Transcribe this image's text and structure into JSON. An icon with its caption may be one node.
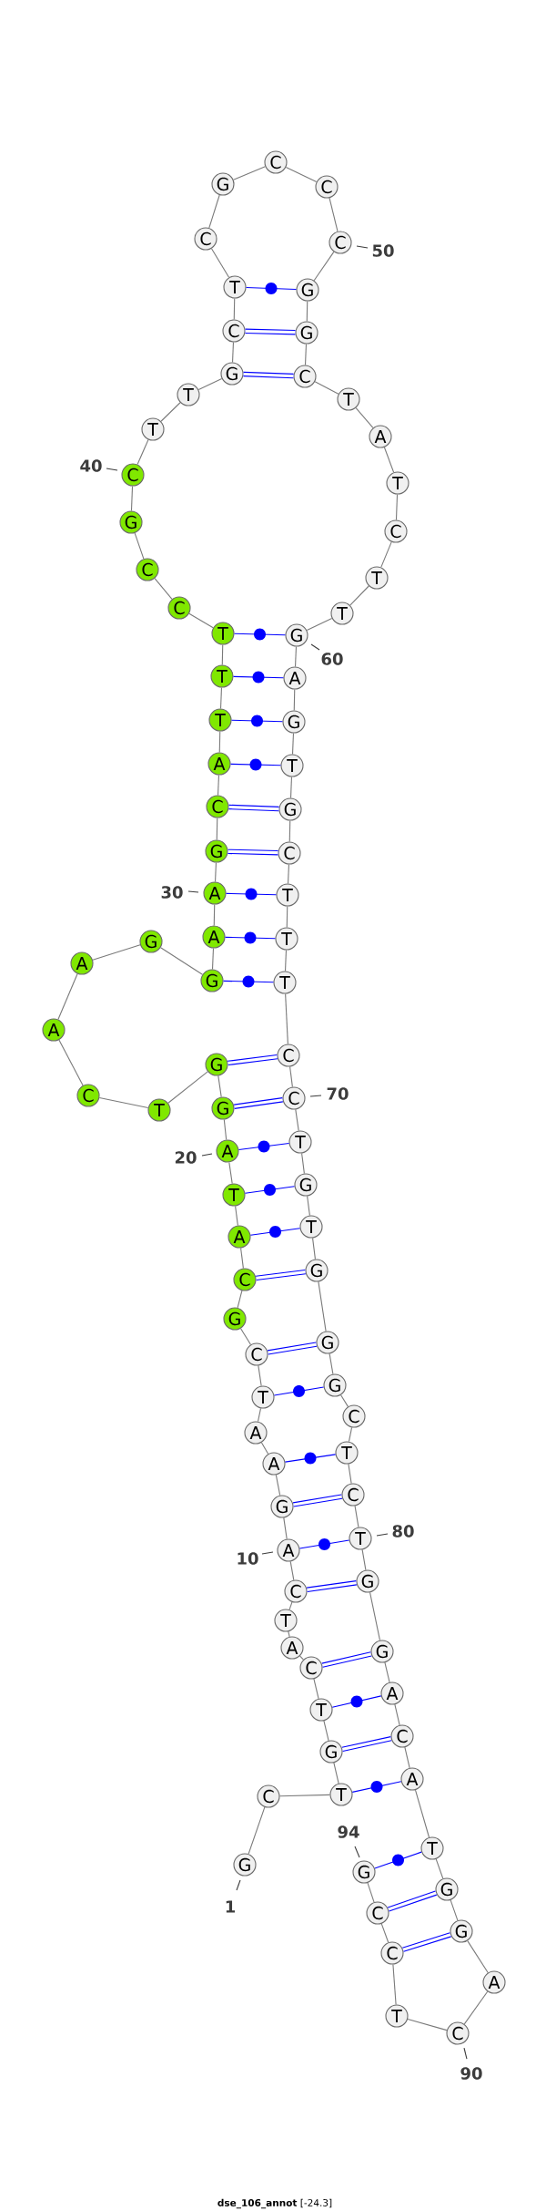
{
  "diagram": {
    "caption": "**dse_106_annot** [-24.3]",
    "nodes": [
      {
        "text": [
          "G"
        ],
        "beside": [
          "1"
        ]
      },
      {
        "text": [
          "C"
        ]
      },
      {
        "text": [
          "T"
        ]
      },
      {
        "text": [
          "G"
        ]
      },
      {
        "text": [
          "T"
        ]
      },
      {
        "text": [
          "C"
        ]
      },
      {
        "text": [
          "A"
        ]
      },
      {
        "text": [
          "T"
        ]
      },
      {
        "text": [
          "C"
        ]
      },
      {
        "text": [
          "A"
        ],
        "beside": [
          "10"
        ]
      },
      {
        "text": [
          "G"
        ]
      },
      {
        "text": [
          "A"
        ]
      },
      {
        "text": [
          "A"
        ]
      },
      {
        "text": [
          "T"
        ]
      },
      {
        "text": [
          "C"
        ]
      },
      {
        "text": [
          "G"
        ]
      },
      {
        "text": [
          "C"
        ]
      },
      {
        "text": [
          "A"
        ]
      },
      {
        "text": [
          "T"
        ]
      },
      {
        "text": [
          "A"
        ],
        "beside": [
          "20"
        ]
      },
      {
        "text": [
          "G"
        ]
      },
      {
        "text": [
          "G"
        ]
      },
      {
        "text": [
          "T"
        ]
      },
      {
        "text": [
          "C"
        ]
      },
      {
        "text": [
          "A"
        ]
      },
      {
        "text": [
          "A"
        ]
      },
      {
        "text": [
          "G"
        ]
      },
      {
        "text": [
          "G"
        ]
      },
      {
        "text": [
          "A"
        ]
      },
      {
        "text": [
          "A"
        ],
        "beside": [
          "30"
        ]
      },
      {
        "text": [
          "G"
        ]
      },
      {
        "text": [
          "C"
        ]
      },
      {
        "text": [
          "A"
        ]
      },
      {
        "text": [
          "T"
        ]
      },
      {
        "text": [
          "T"
        ]
      },
      {
        "text": [
          "T"
        ]
      },
      {
        "text": [
          "C"
        ]
      },
      {
        "text": [
          "C"
        ]
      },
      {
        "text": [
          "G"
        ]
      },
      {
        "text": [
          "C"
        ],
        "beside": [
          "40"
        ]
      },
      {
        "text": [
          "T"
        ]
      },
      {
        "text": [
          "T"
        ]
      },
      {
        "text": [
          "G"
        ]
      },
      {
        "text": [
          "C"
        ]
      },
      {
        "text": [
          "T"
        ]
      },
      {
        "text": [
          "C"
        ]
      },
      {
        "text": [
          "G"
        ]
      },
      {
        "text": [
          "C"
        ]
      },
      {
        "text": [
          "C"
        ]
      },
      {
        "text": [
          "C"
        ],
        "beside": [
          "50"
        ]
      },
      {
        "text": [
          "G"
        ]
      },
      {
        "text": [
          "G"
        ]
      },
      {
        "text": [
          "C"
        ]
      },
      {
        "text": [
          "T"
        ]
      },
      {
        "text": [
          "A"
        ]
      },
      {
        "text": [
          "T"
        ]
      },
      {
        "text": [
          "C"
        ]
      },
      {
        "text": [
          "T"
        ]
      },
      {
        "text": [
          "T"
        ]
      },
      {
        "text": [
          "G"
        ],
        "beside": [
          "60"
        ]
      },
      {
        "text": [
          "A"
        ]
      },
      {
        "text": [
          "G"
        ]
      },
      {
        "text": [
          "T"
        ]
      },
      {
        "text": [
          "G"
        ]
      },
      {
        "text": [
          "C"
        ]
      },
      {
        "text": [
          "T"
        ]
      },
      {
        "text": [
          "T"
        ]
      },
      {
        "text": [
          "T"
        ]
      },
      {
        "text": [
          "C"
        ]
      },
      {
        "text": [
          "C"
        ],
        "beside": [
          "70"
        ]
      },
      {
        "text": [
          "T"
        ]
      },
      {
        "text": [
          "G"
        ]
      },
      {
        "text": [
          "T"
        ]
      },
      {
        "text": [
          "G"
        ]
      },
      {
        "text": [
          "G"
        ]
      },
      {
        "text": [
          "G"
        ]
      },
      {
        "text": [
          "C"
        ]
      },
      {
        "text": [
          "T"
        ]
      },
      {
        "text": [
          "C"
        ]
      },
      {
        "text": [
          "T"
        ],
        "beside": [
          "80"
        ]
      },
      {
        "text": [
          "G"
        ]
      },
      {
        "text": [
          "G"
        ]
      },
      {
        "text": [
          "A"
        ]
      },
      {
        "text": [
          "C"
        ]
      },
      {
        "text": [
          "A"
        ]
      },
      {
        "text": [
          "T"
        ]
      },
      {
        "text": [
          "G"
        ]
      },
      {
        "text": [
          "G"
        ]
      },
      {
        "text": [
          "A"
        ]
      },
      {
        "text": [
          "C"
        ],
        "beside": [
          "90"
        ]
      },
      {
        "text": [
          "T"
        ]
      },
      {
        "text": [
          "C"
        ]
      },
      {
        "text": [
          "C"
        ]
      },
      {
        "text": [
          "G"
        ],
        "beside": [
          "94"
        ]
      }
    ],
    "edges": [
      {
        "from": 0,
        "to": 1,
        "arrow": "none"
      },
      {
        "from": 1,
        "to": 2,
        "arrow": "none"
      },
      {
        "from": 2,
        "to": 3,
        "arrow": "none"
      },
      {
        "from": 3,
        "to": 4,
        "arrow": "none"
      },
      {
        "from": 4,
        "to": 5,
        "arrow": "none"
      },
      {
        "from": 5,
        "to": 6,
        "arrow": "none"
      },
      {
        "from": 6,
        "to": 7,
        "arrow": "none"
      },
      {
        "from": 7,
        "to": 8,
        "arrow": "none"
      },
      {
        "from": 8,
        "to": 9,
        "arrow": "none"
      },
      {
        "from": 9,
        "to": 10,
        "arrow": "none"
      },
      {
        "from": 10,
        "to": 11,
        "arrow": "none"
      },
      {
        "from": 11,
        "to": 12,
        "arrow": "none"
      },
      {
        "from": 12,
        "to": 13,
        "arrow": "none"
      },
      {
        "from": 13,
        "to": 14,
        "arrow": "none"
      },
      {
        "from": 14,
        "to": 15,
        "arrow": "none"
      },
      {
        "from": 15,
        "to": 16,
        "arrow": "none"
      },
      {
        "from": 16,
        "to": 17,
        "arrow": "none"
      },
      {
        "from": 17,
        "to": 18,
        "arrow": "none"
      },
      {
        "from": 18,
        "to": 19,
        "arrow": "none"
      },
      {
        "from": 19,
        "to": 20,
        "arrow": "none"
      },
      {
        "from": 20,
        "to": 21,
        "arrow": "none"
      },
      {
        "from": 21,
        "to": 22,
        "arrow": "none"
      },
      {
        "from": 22,
        "to": 23,
        "arrow": "none"
      },
      {
        "from": 23,
        "to": 24,
        "arrow": "none"
      },
      {
        "from": 24,
        "to": 25,
        "arrow": "none"
      },
      {
        "from": 25,
        "to": 26,
        "arrow": "none"
      },
      {
        "from": 26,
        "to": 27,
        "arrow": "none"
      },
      {
        "from": 27,
        "to": 28,
        "arrow": "none"
      },
      {
        "from": 28,
        "to": 29,
        "arrow": "none"
      },
      {
        "from": 29,
        "to": 30,
        "arrow": "none"
      },
      {
        "from": 30,
        "to": 31,
        "arrow": "none"
      },
      {
        "from": 31,
        "to": 32,
        "arrow": "none"
      },
      {
        "from": 32,
        "to": 33,
        "arrow": "none"
      },
      {
        "from": 33,
        "to": 34,
        "arrow": "none"
      },
      {
        "from": 34,
        "to": 35,
        "arrow": "none"
      },
      {
        "from": 35,
        "to": 36,
        "arrow": "none"
      },
      {
        "from": 36,
        "to": 37,
        "arrow": "none"
      },
      {
        "from": 37,
        "to": 38,
        "arrow": "none"
      },
      {
        "from": 38,
        "to": 39,
        "arrow": "none"
      },
      {
        "from": 39,
        "to": 40,
        "arrow": "none"
      },
      {
        "from": 40,
        "to": 41,
        "arrow": "none"
      },
      {
        "from": 41,
        "to": 42,
        "arrow": "none"
      },
      {
        "from": 42,
        "to": 43,
        "arrow": "none"
      },
      {
        "from": 43,
        "to": 44,
        "arrow": "none"
      },
      {
        "from": 44,
        "to": 45,
        "arrow": "none"
      },
      {
        "from": 45,
        "to": 46,
        "arrow": "none"
      },
      {
        "from": 46,
        "to": 47,
        "arrow": "none"
      },
      {
        "from": 47,
        "to": 48,
        "arrow": "none"
      },
      {
        "from": 48,
        "to": 49,
        "arrow": "none"
      },
      {
        "from": 49,
        "to": 50,
        "arrow": "none"
      },
      {
        "from": 50,
        "to": 51,
        "arrow": "none"
      },
      {
        "from": 51,
        "to": 52,
        "arrow": "none"
      },
      {
        "from": 52,
        "to": 53,
        "arrow": "none"
      },
      {
        "from": 53,
        "to": 54,
        "arrow": "none"
      },
      {
        "from": 54,
        "to": 55,
        "arrow": "none"
      },
      {
        "from": 55,
        "to": 56,
        "arrow": "none"
      },
      {
        "from": 56,
        "to": 57,
        "arrow": "none"
      },
      {
        "from": 57,
        "to": 58,
        "arrow": "none"
      },
      {
        "from": 58,
        "to": 59,
        "arrow": "none"
      },
      {
        "from": 59,
        "to": 60,
        "arrow": "none"
      },
      {
        "from": 60,
        "to": 61,
        "arrow": "none"
      },
      {
        "from": 61,
        "to": 62,
        "arrow": "none"
      },
      {
        "from": 62,
        "to": 63,
        "arrow": "none"
      },
      {
        "from": 63,
        "to": 64,
        "arrow": "none"
      },
      {
        "from": 64,
        "to": 65,
        "arrow": "none"
      },
      {
        "from": 65,
        "to": 66,
        "arrow": "none"
      },
      {
        "from": 66,
        "to": 67,
        "arrow": "none"
      },
      {
        "from": 67,
        "to": 68,
        "arrow": "none"
      },
      {
        "from": 68,
        "to": 69,
        "arrow": "none"
      },
      {
        "from": 69,
        "to": 70,
        "arrow": "none"
      },
      {
        "from": 70,
        "to": 71,
        "arrow": "none"
      },
      {
        "from": 71,
        "to": 72,
        "arrow": "none"
      },
      {
        "from": 72,
        "to": 73,
        "arrow": "none"
      },
      {
        "from": 73,
        "to": 74,
        "arrow": "none"
      },
      {
        "from": 74,
        "to": 75,
        "arrow": "none"
      },
      {
        "from": 75,
        "to": 76,
        "arrow": "none"
      },
      {
        "from": 76,
        "to": 77,
        "arrow": "none"
      },
      {
        "from": 77,
        "to": 78,
        "arrow": "none"
      },
      {
        "from": 78,
        "to": 79,
        "arrow": "none"
      },
      {
        "from": 79,
        "to": 80,
        "arrow": "none"
      },
      {
        "from": 80,
        "to": 81,
        "arrow": "none"
      },
      {
        "from": 81,
        "to": 82,
        "arrow": "none"
      },
      {
        "from": 82,
        "to": 83,
        "arrow": "none"
      },
      {
        "from": 83,
        "to": 84,
        "arrow": "none"
      },
      {
        "from": 84,
        "to": 85,
        "arrow": "none"
      },
      {
        "from": 85,
        "to": 86,
        "arrow": "none"
      },
      {
        "from": 86,
        "to": 87,
        "arrow": "none"
      },
      {
        "from": 87,
        "to": 88,
        "arrow": "none"
      },
      {
        "from": 88,
        "to": 89,
        "arrow": "none"
      },
      {
        "from": 89,
        "to": 90,
        "arrow": "none"
      },
      {
        "from": 90,
        "to": 91,
        "arrow": "none"
      },
      {
        "from": 91,
        "to": 92,
        "arrow": "none"
      },
      {
        "from": 92,
        "to": 93,
        "arrow": "none"
      },
      {
        "from": 2,
        "to": 84,
        "arrow": "none",
        "color": "#0000ff"
      },
      {
        "from": 3,
        "to": 83,
        "arrow": "none",
        "color": "#0000ff",
        "style": "thick"
      },
      {
        "from": 4,
        "to": 82,
        "arrow": "none",
        "color": "#0000ff"
      },
      {
        "from": 5,
        "to": 81,
        "arrow": "none",
        "color": "#0000ff",
        "style": "thick"
      },
      {
        "from": 8,
        "to": 80,
        "arrow": "none",
        "color": "#0000ff",
        "style": "thick"
      },
      {
        "from": 9,
        "to": 79,
        "arrow": "none",
        "color": "#0000ff"
      },
      {
        "from": 10,
        "to": 78,
        "arrow": "none",
        "color": "#0000ff",
        "style": "thick"
      },
      {
        "from": 11,
        "to": 77,
        "arrow": "none",
        "color": "#0000ff"
      },
      {
        "from": 13,
        "to": 75,
        "arrow": "none",
        "color": "#0000ff"
      },
      {
        "from": 14,
        "to": 74,
        "arrow": "none",
        "color": "#0000ff",
        "style": "thick"
      },
      {
        "from": 16,
        "to": 73,
        "arrow": "none",
        "color": "#0000ff",
        "style": "thick"
      },
      {
        "from": 17,
        "to": 72,
        "arrow": "none",
        "color": "#0000ff"
      },
      {
        "from": 18,
        "to": 71,
        "arrow": "none",
        "color": "#0000ff"
      },
      {
        "from": 19,
        "to": 70,
        "arrow": "none",
        "color": "#0000ff"
      },
      {
        "from": 20,
        "to": 69,
        "arrow": "none",
        "color": "#0000ff",
        "style": "thick"
      },
      {
        "from": 21,
        "to": 68,
        "arrow": "none",
        "color": "#0000ff",
        "style": "thick"
      },
      {
        "from": 27,
        "to": 67,
        "arrow": "none",
        "color": "#0000ff"
      },
      {
        "from": 28,
        "to": 66,
        "arrow": "none",
        "color": "#0000ff"
      },
      {
        "from": 29,
        "to": 65,
        "arrow": "none",
        "color": "#0000ff"
      },
      {
        "from": 30,
        "to": 64,
        "arrow": "none",
        "color": "#0000ff",
        "style": "thick"
      },
      {
        "from": 31,
        "to": 63,
        "arrow": "none",
        "color": "#0000ff",
        "style": "thick"
      },
      {
        "from": 32,
        "to": 62,
        "arrow": "none",
        "color": "#0000ff"
      },
      {
        "from": 33,
        "to": 61,
        "arrow": "none",
        "color": "#0000ff"
      },
      {
        "from": 34,
        "to": 60,
        "arrow": "none",
        "color": "#0000ff"
      },
      {
        "from": 35,
        "to": 59,
        "arrow": "none",
        "color": "#0000ff"
      },
      {
        "from": 42,
        "to": 52,
        "arrow": "none",
        "color": "#0000ff",
        "style": "thick"
      },
      {
        "from": 43,
        "to": 51,
        "arrow": "none",
        "color": "#0000ff",
        "style": "thick"
      },
      {
        "from": 44,
        "to": 50,
        "arrow": "none",
        "color": "#0000ff"
      },
      {
        "from": 85,
        "to": 93,
        "arrow": "none",
        "color": "#0000ff"
      },
      {
        "from": 86,
        "to": 92,
        "arrow": "none",
        "color": "#0000ff",
        "style": "thick"
      },
      {
        "from": 87,
        "to": 91,
        "arrow": "none",
        "color": "#0000ff",
        "style": "thick"
      }
    ]
  }
}
